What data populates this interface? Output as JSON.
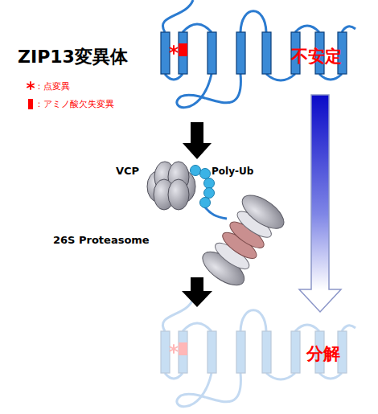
{
  "diagram": {
    "nodes": [
      {
        "text": [
          "ZIP13変異体"
        ]
      },
      {
        "text": [
          "VCP",
          "Poly-Ub",
          "26S Proteasome"
        ]
      }
    ],
    "edges": [
      {
        "from": 0,
        "to": 1,
        "arrow": "to"
      }
    ],
    "labels": [
      "不安定",
      "分解"
    ],
    "legend": [
      {
        "text": "：点変異"
      },
      {
        "text": "：アミノ酸欠失変異",
        "color": "#ff0000"
      }
    ]
  }
}
